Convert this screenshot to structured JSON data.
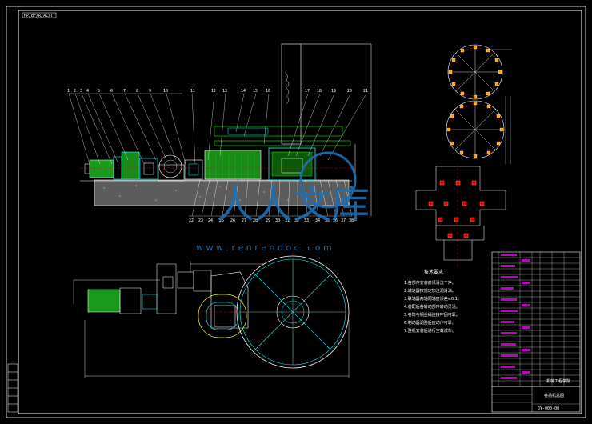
{
  "drawing": {
    "top_tag": "HP/BF/R/AL/T",
    "watermark_main": "人人文库",
    "watermark_url": "w w w . r e n r e n d o c . c o m",
    "callouts_top": [
      "1",
      "2",
      "3",
      "4",
      "5",
      "6",
      "7",
      "8",
      "9",
      "10",
      "11",
      "12",
      "13",
      "14",
      "15",
      "16",
      "17",
      "18",
      "19",
      "20",
      "21"
    ],
    "callouts_bottom": [
      "22",
      "23",
      "24",
      "25",
      "26",
      "27",
      "28",
      "29",
      "30",
      "31",
      "32",
      "33",
      "34",
      "35",
      "36",
      "37",
      "38"
    ],
    "notes_title": "技术要求",
    "notes_lines": [
      "1.各部件安装前须清洗干净。",
      "2.减速器按规定加注润滑油。",
      "3.联轴器两轴同轴度误差≤0.1。",
      "4.装配后各转动部件转动灵活。",
      "5.卷筒与钢丝绳连接牢固可靠。",
      "6.制动器调整后应动作可靠。",
      "7.整机安装后进行空载试车。"
    ],
    "title_block": {
      "school": "机械工程学院",
      "name": "卷扬机总图",
      "code": "JY-000-00"
    }
  }
}
